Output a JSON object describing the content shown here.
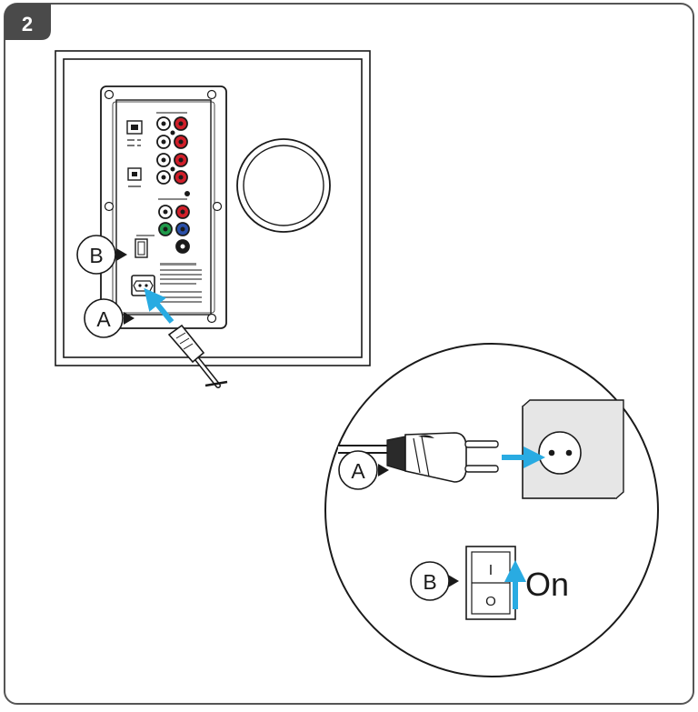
{
  "step": {
    "number": "2"
  },
  "callouts": {
    "main_a": "A",
    "main_b": "B",
    "zoom_a": "A",
    "zoom_b": "B"
  },
  "switch": {
    "on_symbol": "I",
    "off_symbol": "O",
    "state_label": "On"
  },
  "colors": {
    "frame": "#555555",
    "badge": "#4a4a4a",
    "arrow": "#29abe2",
    "line": "#1a1a1a",
    "red": "#d11f2a",
    "green": "#1f9a4a",
    "blue": "#2a4fa8",
    "outlet": "#e6e6e6"
  },
  "icons": [
    "cyan-arrow-icon",
    "power-plug-icon",
    "wall-socket-icon",
    "rocker-switch-icon",
    "iec-power-cable-icon"
  ]
}
